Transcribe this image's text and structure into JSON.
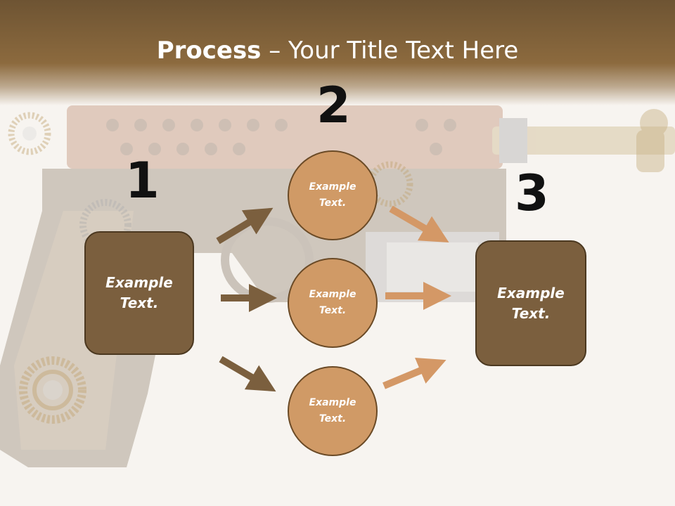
{
  "title": {
    "bold": "Process",
    "rest": " – Your Title Text Here"
  },
  "step_numbers": [
    "1",
    "2",
    "3"
  ],
  "left_box": {
    "text": "Example Text."
  },
  "right_box": {
    "text": "Example Text."
  },
  "circles": [
    {
      "text": "Example Text."
    },
    {
      "text": "Example Text."
    },
    {
      "text": "Example Text."
    }
  ],
  "colors": {
    "header": "#8c6a3e",
    "box_fill": "#7b5f3e",
    "circle_fill": "#d09a66",
    "dark_arrow": "#7b5f3e",
    "light_arrow": "#d49866"
  }
}
